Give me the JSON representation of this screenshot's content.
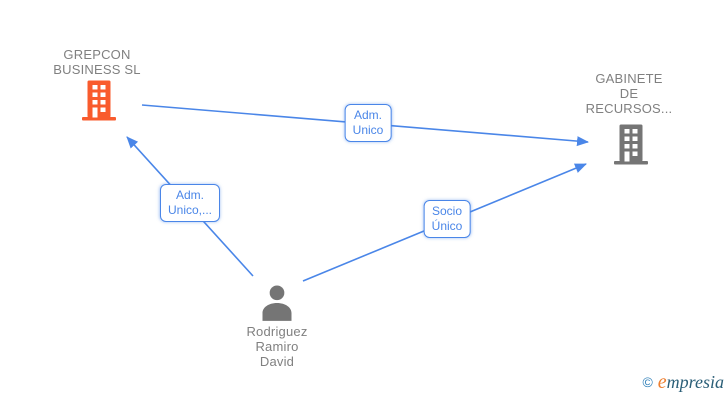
{
  "nodes": [
    {
      "id": "grepcon-business-sl",
      "type": "company",
      "label": "GREPCON\nBUSINESS SL",
      "icon": "building-icon",
      "icon_color": "#f95b2d"
    },
    {
      "id": "gabinete-de-recursos",
      "type": "company",
      "label": "GABINETE\nDE\nRECURSOS...",
      "icon": "building-icon",
      "icon_color": "#757575"
    },
    {
      "id": "rodriguez-ramiro-david",
      "type": "person",
      "label": "Rodriguez\nRamiro\nDavid",
      "icon": "person-icon",
      "icon_color": "#757575"
    }
  ],
  "edges": [
    {
      "from": "GREPCON BUSINESS SL",
      "to": "GABINETE DE RECURSOS...",
      "label": "Adm.\nUnico"
    },
    {
      "from": "Rodriguez Ramiro David",
      "to": "GREPCON BUSINESS SL",
      "label": "Adm.\nUnico,..."
    },
    {
      "from": "Rodriguez Ramiro David",
      "to": "GABINETE DE RECURSOS...",
      "label": "Socio\nÚnico"
    }
  ],
  "colors": {
    "background": "#ffffff",
    "edge": "#4a86e8",
    "edge_label_text": "#4a86e8",
    "edge_label_border": "#4a86e8",
    "node_label_text": "#808080",
    "company_accent_orange": "#f95b2d",
    "neutral_gray": "#757575"
  },
  "watermark": {
    "copyright_symbol": "©",
    "brand_initial": "e",
    "brand_rest": "mpresia",
    "copyright_color": "#2e7fb8",
    "initial_color": "#ee8032",
    "brand_color": "#2b5f78"
  }
}
